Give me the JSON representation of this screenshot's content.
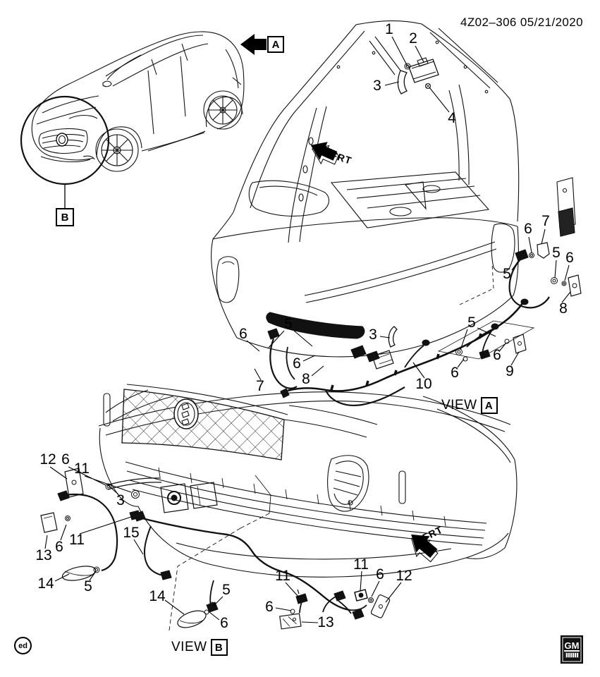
{
  "document": {
    "number_and_date": "4Z02–306 05/21/2020"
  },
  "markers": {
    "arrow_a_letter": "A",
    "detail_b_letter": "B",
    "frt_rear_view": "FRT",
    "frt_front_view": "FRT"
  },
  "views": {
    "view_a_text": "VIEW",
    "view_a_letter": "A",
    "view_b_text": "VIEW",
    "view_b_letter": "B"
  },
  "callouts": [
    {
      "n": "1"
    },
    {
      "n": "2"
    },
    {
      "n": "3"
    },
    {
      "n": "4"
    },
    {
      "n": "6"
    },
    {
      "n": "7"
    },
    {
      "n": "5"
    },
    {
      "n": "6"
    },
    {
      "n": "5"
    },
    {
      "n": "8"
    },
    {
      "n": "6"
    },
    {
      "n": "5"
    },
    {
      "n": "3"
    },
    {
      "n": "5"
    },
    {
      "n": "6"
    },
    {
      "n": "8"
    },
    {
      "n": "7"
    },
    {
      "n": "10"
    },
    {
      "n": "6"
    },
    {
      "n": "6"
    },
    {
      "n": "9"
    },
    {
      "n": "12"
    },
    {
      "n": "6"
    },
    {
      "n": "11"
    },
    {
      "n": "3"
    },
    {
      "n": "13"
    },
    {
      "n": "6"
    },
    {
      "n": "11"
    },
    {
      "n": "15"
    },
    {
      "n": "14"
    },
    {
      "n": "5"
    },
    {
      "n": "14"
    },
    {
      "n": "5"
    },
    {
      "n": "6"
    },
    {
      "n": "11"
    },
    {
      "n": "6"
    },
    {
      "n": "13"
    },
    {
      "n": "11"
    },
    {
      "n": "6"
    },
    {
      "n": "12"
    }
  ],
  "footer": {
    "editor_mark": "ed",
    "gm_logo_text": "GM"
  }
}
